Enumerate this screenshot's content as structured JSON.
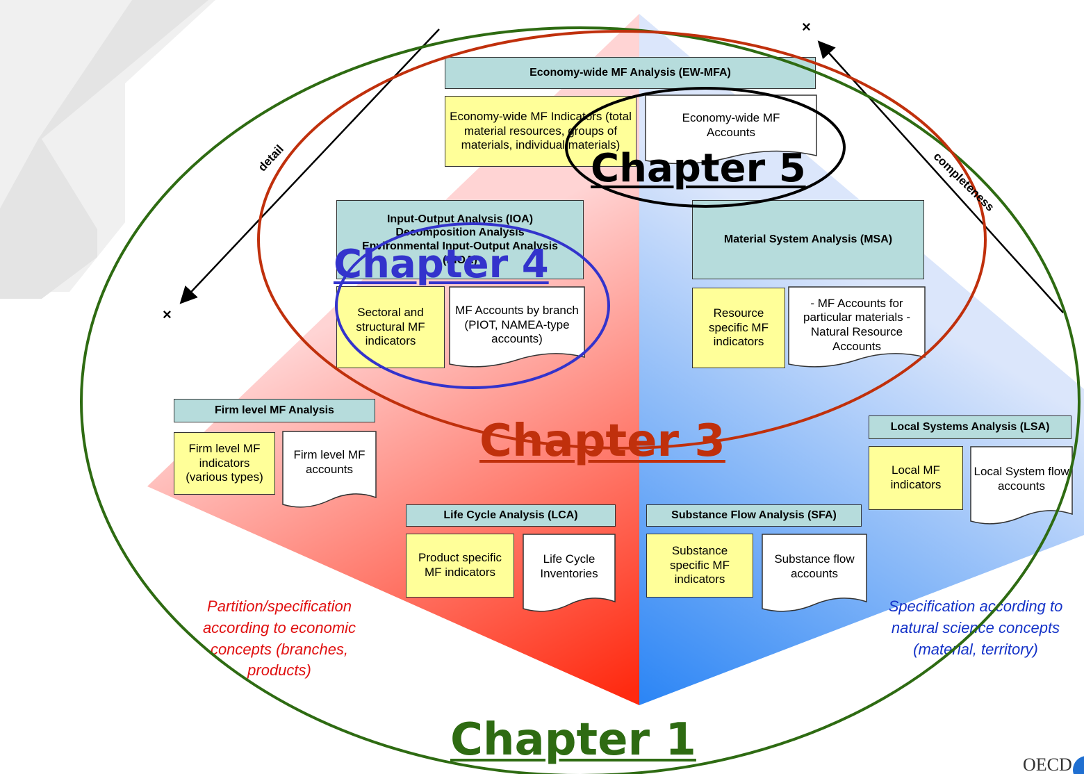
{
  "colors": {
    "red_area": "#ff3a1e",
    "blue_area": "#3d8ff2",
    "header_fill": "#b6dcdc",
    "indicator_fill": "#ffff99",
    "green_ellipse": "#2e6b12",
    "red_ellipse": "#c0300c",
    "black_ellipse": "#000000",
    "blue_ellipse": "#3333cc"
  },
  "boxes": {
    "ewmfa": {
      "header": "Economy-wide MF Analysis (EW-MFA)",
      "indicators": "Economy-wide MF Indicators (total material resources, groups of materials, individual materials)",
      "accounts": "Economy-wide MF Accounts"
    },
    "ioa": {
      "header": "Input-Output Analysis (IOA) Decomposition Analysis Environmental Input-Output Analysis (EIOA)",
      "indicators": "Sectoral and structural MF indicators",
      "accounts": "MF Accounts by branch (PIOT, NAMEA-type accounts)"
    },
    "msa": {
      "header": "Material System Analysis (MSA)",
      "indicators": "Resource specific MF indicators",
      "accounts": "- MF Accounts for particular materials - Natural Resource Accounts"
    },
    "firm": {
      "header": "Firm level MF Analysis",
      "indicators": "Firm level MF indicators (various types)",
      "accounts": "Firm level MF accounts"
    },
    "lsa": {
      "header": "Local Systems Analysis (LSA)",
      "indicators": "Local MF indicators",
      "accounts": "Local System flow accounts"
    },
    "lca": {
      "header": "Life Cycle Analysis (LCA)",
      "indicators": "Product specific MF indicators",
      "accounts": "Life Cycle Inventories"
    },
    "sfa": {
      "header": "Substance Flow Analysis (SFA)",
      "indicators": "Substance specific MF indicators",
      "accounts": "Substance flow accounts"
    }
  },
  "notes": {
    "left": "Partition/specification according to economic concepts (branches, products)",
    "right": "Specification according to natural science concepts (material, territory)"
  },
  "arrows": {
    "left_label": "detail",
    "right_label": "completeness",
    "mark": "×"
  },
  "chapters": {
    "c1": "Chapter 1",
    "c3": "Chapter 3",
    "c4": "Chapter 4",
    "c5": "Chapter 5"
  },
  "logo": {
    "text": "OECD"
  }
}
